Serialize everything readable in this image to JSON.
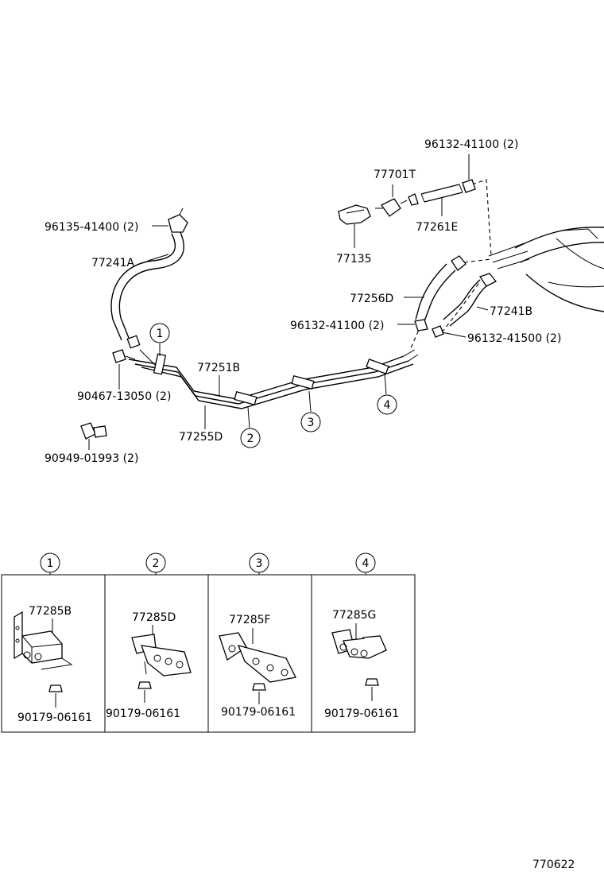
{
  "parts": {
    "clip_top_right": "96132-41100 (2)",
    "valve": "77701T",
    "hose_e": "77261E",
    "canister_valve": "77135",
    "clip_left": "96135-41400 (2)",
    "hose_a": "77241A",
    "hose_d": "77256D",
    "clip_mid": "96132-41100 (2)",
    "hose_b": "77241B",
    "clip_right": "96132-41500 (2)",
    "pipe_b": "77251B",
    "clip_90467": "90467-13050 (2)",
    "pipe_d": "77255D",
    "clip_90949": "90949-01993 (2)"
  },
  "callouts": [
    "1",
    "2",
    "3",
    "4"
  ],
  "details": [
    {
      "num": "1",
      "part": "77285B",
      "nut": "90179-06161"
    },
    {
      "num": "2",
      "part": "77285D",
      "nut": "90179-06161"
    },
    {
      "num": "3",
      "part": "77285F",
      "nut": "90179-06161"
    },
    {
      "num": "4",
      "part": "77285G",
      "nut": "90179-06161"
    }
  ],
  "diagram_code": "770622"
}
